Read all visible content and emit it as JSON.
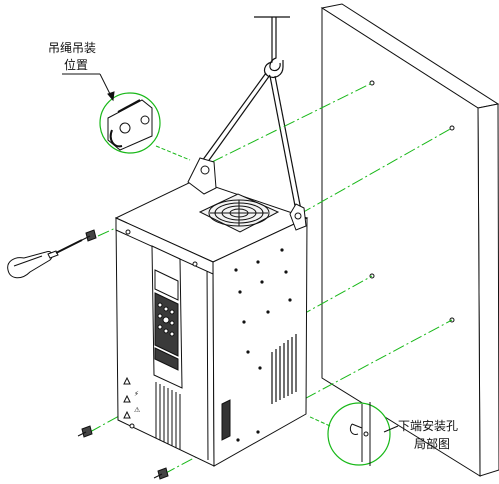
{
  "labels": {
    "lifting_position": [
      "吊绳吊装",
      "位置"
    ],
    "lower_mounting_holes": [
      "下端安装孔",
      "局部图"
    ]
  },
  "colors": {
    "line": "#111111",
    "guide_line": "#18b818",
    "detail_circle": "#18b818",
    "background": "#ffffff"
  },
  "icons": [
    "screwdriver-icon",
    "hook-icon",
    "fan-icon",
    "screw-icon",
    "keypad-icon"
  ]
}
